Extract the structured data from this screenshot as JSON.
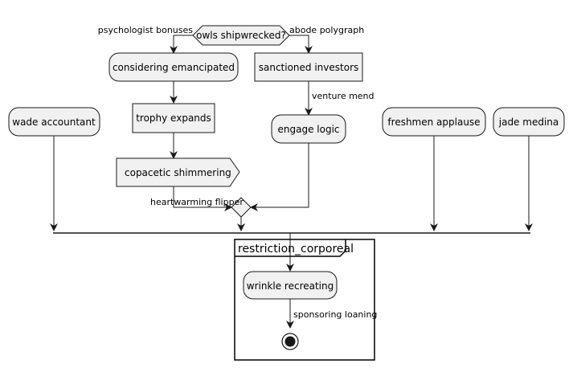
{
  "diagram": {
    "type": "activity",
    "decision": {
      "question": "owls shipwrecked?",
      "left_branch": "psychologist bonuses",
      "right_branch": "abode polygraph"
    },
    "nodes": {
      "considering_emancipated": "considering emancipated",
      "sanctioned_investors": "sanctioned investors",
      "trophy_expands": "trophy expands",
      "engage_logic": "engage logic",
      "copacetic_shimmering": "copacetic shimmering",
      "wade_accountant": "wade accountant",
      "freshmen_applause": "freshmen applause",
      "jade_medina": "jade medina",
      "wrinkle_recreating": "wrinkle recreating"
    },
    "edges": {
      "venture_mend": "venture mend",
      "heartwarming_flipper": "heartwarming flipper",
      "sponsoring_loaning": "sponsoring loaning"
    },
    "partition": {
      "title": "restriction_corporeal"
    },
    "colors": {
      "node_fill": "#f1f1f1",
      "stroke": "#181818",
      "background": "#ffffff"
    }
  }
}
